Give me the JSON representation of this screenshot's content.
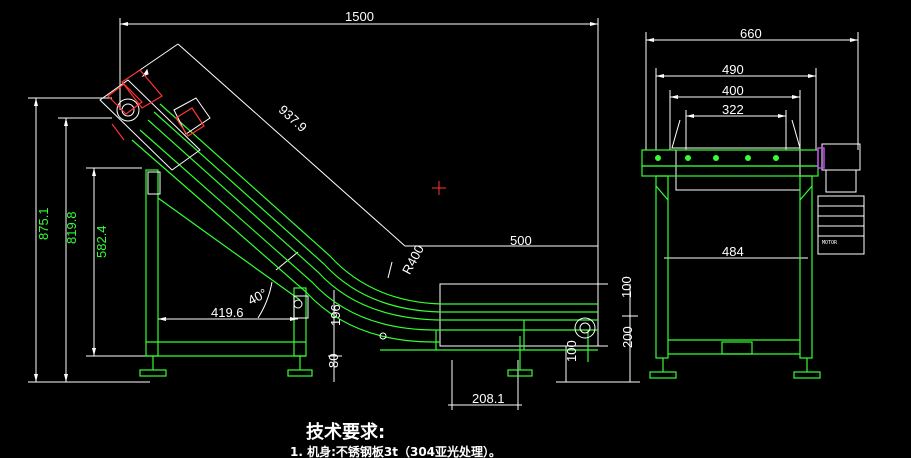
{
  "drawing": {
    "dimensions_top": {
      "overall_length": "1500",
      "tail_length": "500",
      "incline_length": "937.9",
      "radius": "R400"
    },
    "dimensions_left": {
      "total_height": "875.1",
      "discharge_height": "819.8",
      "support_height": "582.4",
      "leg_height": "196",
      "base_height": "80"
    },
    "dimensions_bottom": {
      "horizontal_offset": "419.6",
      "angle": "40°",
      "tail_offset": "208.1",
      "tail_height_a": "100",
      "tail_height_b": "200",
      "tail_foot": "100"
    },
    "side_view": {
      "overall_width": "660",
      "frame_width": "490",
      "belt_width": "400",
      "inner_width": "322",
      "leg_span": "484"
    },
    "motor_label": "MOTOR",
    "notes": {
      "title": "技术要求:",
      "line1": "1. 机身:不锈钢板3t（304亚光处理）。"
    }
  }
}
